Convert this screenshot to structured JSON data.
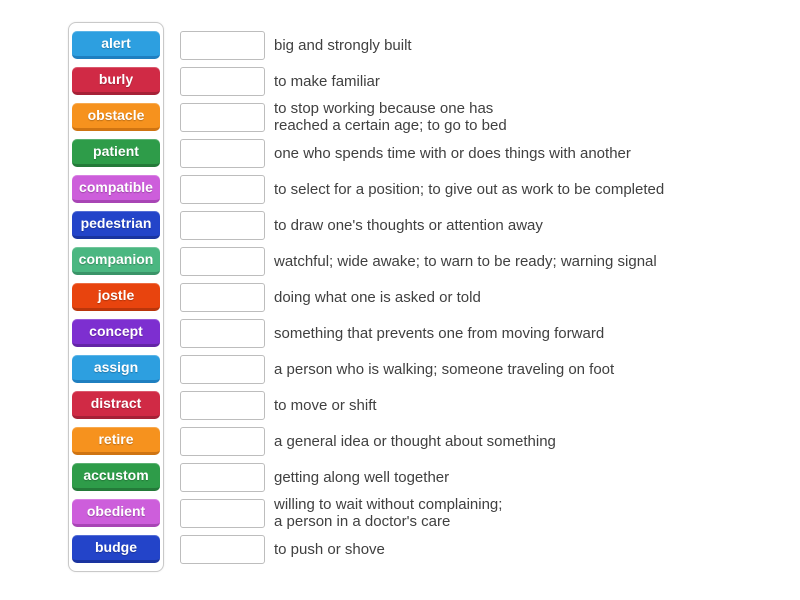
{
  "activity": {
    "type": "match-up",
    "tile_text_color": "#ffffff",
    "panel_border_color": "#c9c9c9",
    "slot_border_color": "#bdbdbd",
    "definition_text_color": "#404040",
    "pairs": [
      {
        "word": "alert",
        "color": "#2d9fe0",
        "edge": "#1f7fc0",
        "definition": "big and strongly built"
      },
      {
        "word": "burly",
        "color": "#d02a45",
        "edge": "#a62137",
        "definition": "to make familiar"
      },
      {
        "word": "obstacle",
        "color": "#f6921e",
        "edge": "#cf7412",
        "definition": "to stop working because one has\nreached a certain age; to go to bed"
      },
      {
        "word": "patient",
        "color": "#2e9c49",
        "edge": "#247a39",
        "definition": "one who spends time with or does things with another"
      },
      {
        "word": "compatible",
        "color": "#cd5edb",
        "edge": "#a845b5",
        "definition": "to select for a position; to give out as work to be completed"
      },
      {
        "word": "pedestrian",
        "color": "#2344c9",
        "edge": "#1a34a0",
        "definition": "to draw one's thoughts or attention away"
      },
      {
        "word": "companion",
        "color": "#4bb781",
        "edge": "#3a9468",
        "definition": "watchful; wide awake; to warn to be ready; warning signal"
      },
      {
        "word": "jostle",
        "color": "#e8440e",
        "edge": "#ba360b",
        "definition": "doing what one is asked or told"
      },
      {
        "word": "concept",
        "color": "#7d2fd0",
        "edge": "#6325a6",
        "definition": "something that prevents one from moving forward"
      },
      {
        "word": "assign",
        "color": "#2d9fe0",
        "edge": "#1f7fc0",
        "definition": "a person who is walking; someone traveling on foot"
      },
      {
        "word": "distract",
        "color": "#d02a45",
        "edge": "#a62137",
        "definition": "to move or shift"
      },
      {
        "word": "retire",
        "color": "#f6921e",
        "edge": "#cf7412",
        "definition": "a general idea or thought about something"
      },
      {
        "word": "accustom",
        "color": "#2e9c49",
        "edge": "#247a39",
        "definition": "getting along well together"
      },
      {
        "word": "obedient",
        "color": "#cd5edb",
        "edge": "#a845b5",
        "definition": "willing to wait without complaining;\na person in a doctor's care"
      },
      {
        "word": "budge",
        "color": "#2344c9",
        "edge": "#1a34a0",
        "definition": "to push or shove"
      }
    ]
  }
}
